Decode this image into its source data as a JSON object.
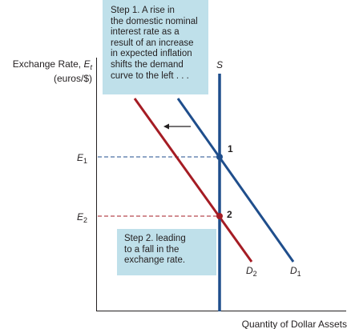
{
  "diagram": {
    "y_axis_label": {
      "main": "Exchange Rate,",
      "var": "E",
      "sub": "t",
      "units": "(euros/$)"
    },
    "x_axis_label": "Quantity of Dollar Assets",
    "supply_label": "S",
    "levels": [
      {
        "id": "E1",
        "name": "E",
        "sub": "1"
      },
      {
        "id": "E2",
        "name": "E",
        "sub": "2"
      }
    ],
    "demand_curves": [
      {
        "id": "D1",
        "name": "D",
        "sub": "1",
        "color": "#1f4e8c"
      },
      {
        "id": "D2",
        "name": "D",
        "sub": "2",
        "color": "#a51c24"
      }
    ],
    "points": [
      {
        "id": "1",
        "label": "1",
        "color": "#1f4e8c"
      },
      {
        "id": "2",
        "label": "2",
        "color": "#a51c24"
      }
    ],
    "callouts": {
      "step1": [
        "Step 1. A rise in",
        "the domestic nominal",
        "interest rate as a",
        "result of an increase",
        "in expected inflation",
        "shifts the demand",
        "curve to the left . . ."
      ],
      "step2": [
        "Step 2. leading",
        "to a fall in the",
        "exchange rate."
      ]
    },
    "colors": {
      "supply": "#1f4e8c",
      "callout_bg": "#bfe0ea",
      "axis": "#231f20",
      "guide": "#1f4e8c"
    }
  }
}
